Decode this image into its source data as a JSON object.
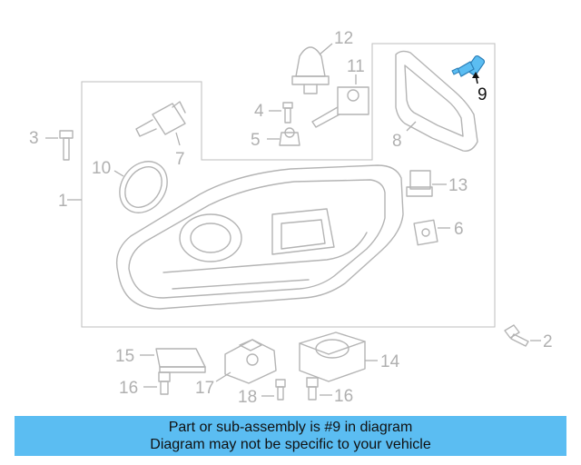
{
  "callouts": {
    "c1": "1",
    "c2": "2",
    "c3": "3",
    "c4": "4",
    "c5": "5",
    "c6": "6",
    "c7": "7",
    "c8": "8",
    "c9": "9",
    "c10": "10",
    "c11": "11",
    "c12": "12",
    "c13": "13",
    "c14": "14",
    "c15": "15",
    "c16a": "16",
    "c16b": "16",
    "c17": "17",
    "c18": "18"
  },
  "highlight_part": "9",
  "colors": {
    "highlight": "#5bbdf2",
    "banner": "#5bbdf2",
    "parts": "#b4b4b4"
  },
  "banner": {
    "line1": "Part or sub-assembly is #9 in diagram",
    "line2": "Diagram may not be specific to your vehicle"
  }
}
